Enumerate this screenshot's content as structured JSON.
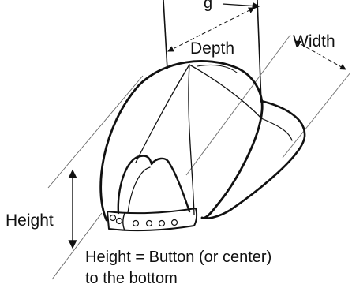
{
  "diagram": {
    "labels": {
      "top_partial": "g",
      "depth": "Depth",
      "width": "Width",
      "height": "Height",
      "note_line1": "Height = Button (or center)",
      "note_line2": "to the bottom"
    },
    "colors": {
      "stroke": "#111111",
      "guide": "#555555",
      "background": "#ffffff"
    }
  }
}
